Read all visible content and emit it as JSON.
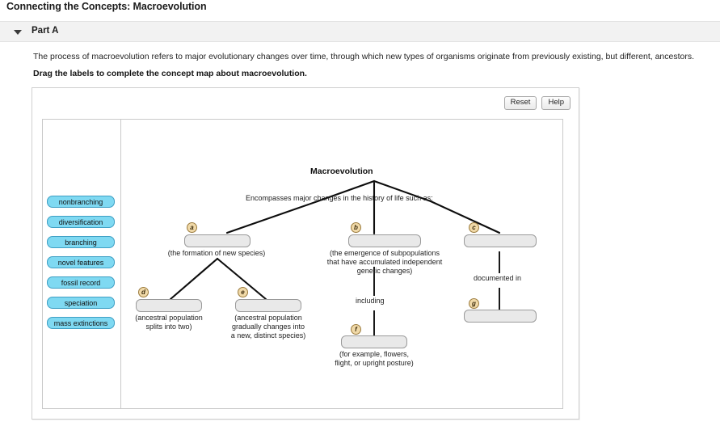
{
  "header": {
    "title": "Connecting the Concepts: Macroevolution",
    "part_label": "Part A",
    "caret_icon": "caret-down-icon"
  },
  "body": {
    "intro": "The process of macroevolution refers to major evolutionary changes over time, through which new types of organisms originate from previously existing, but different, ancestors.",
    "instruction": "Drag the labels to complete the concept map about macroevolution."
  },
  "panel": {
    "reset_label": "Reset",
    "help_label": "Help"
  },
  "label_bank": {
    "items": [
      {
        "label": "nonbranching"
      },
      {
        "label": "diversification"
      },
      {
        "label": "branching"
      },
      {
        "label": "novel features"
      },
      {
        "label": "fossil record"
      },
      {
        "label": "speciation"
      },
      {
        "label": "mass extinctions"
      }
    ]
  },
  "concept_map": {
    "root_title": "Macroevolution",
    "root_link": "Encompasses major changes in the history of life such as:",
    "link_including": "including",
    "link_documented_in": "documented in",
    "nodes": [
      {
        "marker": "a",
        "value": "",
        "caption": "(the formation of new species)"
      },
      {
        "marker": "b",
        "value": "",
        "caption": "(the emergence of subpopulations\nthat have accumulated independent\ngenetic changes)"
      },
      {
        "marker": "c",
        "value": "",
        "caption": ""
      },
      {
        "marker": "d",
        "value": "",
        "caption": "(ancestral population\nsplits into two)"
      },
      {
        "marker": "e",
        "value": "",
        "caption": "(ancestral population\ngradually changes into\na new, distinct species)"
      },
      {
        "marker": "f",
        "value": "",
        "caption": "(for example, flowers,\nflight, or upright posture)"
      },
      {
        "marker": "g",
        "value": "",
        "caption": ""
      }
    ]
  },
  "colors": {
    "label_fill": "#7fd9f2",
    "label_border": "#3e9fc4",
    "dropzone_fill": "#e9e9e9",
    "dropzone_border": "#9a9a9a",
    "marker_fill": "#f0d9a8",
    "marker_border": "#9b7b3d"
  }
}
